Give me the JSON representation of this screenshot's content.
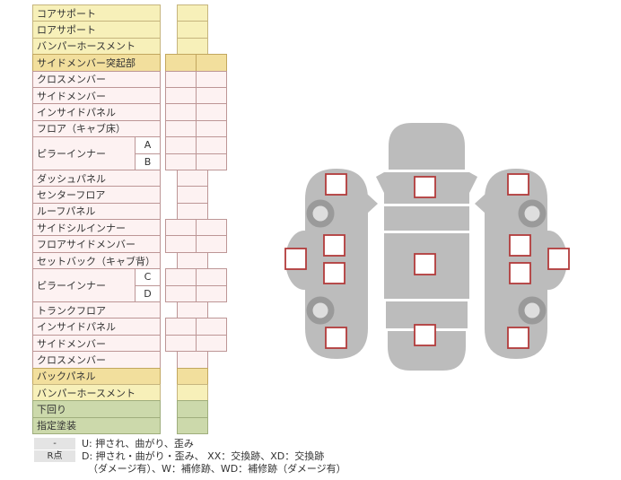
{
  "colors": {
    "yellow_bg": "#f7f0b9",
    "yellow_border": "#c6b57e",
    "amber_bg": "#f2df9d",
    "amber_border": "#c2a75f",
    "pink_bg": "#fdf2f2",
    "pink_border": "#bd9696",
    "green_bg": "#ccd9ab",
    "green_border": "#9fae7d",
    "car_body": "#bcbcbc",
    "checkpoint_border": "#b23b3b",
    "wheel_ring": "#9a9a9a",
    "wheel_hub": "#dedede",
    "legend_key_bg": "#e4e4e4"
  },
  "parts_table": {
    "rows": [
      {
        "label": "コアサポート",
        "type": "yellow",
        "cells": 1
      },
      {
        "label": "ロアサポート",
        "type": "yellow",
        "cells": 1
      },
      {
        "label": "バンパーホースメント",
        "type": "yellow",
        "cells": 1
      },
      {
        "label": "サイドメンバー突起部",
        "type": "amber",
        "cells": 2
      },
      {
        "label": "クロスメンバー",
        "type": "pink",
        "cells": 2
      },
      {
        "label": "サイドメンバー",
        "type": "pink",
        "cells": 2
      },
      {
        "label": "インサイドパネル",
        "type": "pink",
        "cells": 2
      },
      {
        "label": "フロア（キャブ床）",
        "type": "pink",
        "cells": 2
      },
      {
        "label": "ピラーインナー",
        "type": "pink",
        "subrows": [
          {
            "label": "A",
            "cells": 2
          },
          {
            "label": "B",
            "cells": 2
          }
        ]
      },
      {
        "label": "ダッシュパネル",
        "type": "pink",
        "cells": 1
      },
      {
        "label": "センターフロア",
        "type": "pink",
        "cells": 1
      },
      {
        "label": "ルーフパネル",
        "type": "pink",
        "cells": 1
      },
      {
        "label": "サイドシルインナー",
        "type": "pink",
        "cells": 2
      },
      {
        "label": "フロアサイドメンバー",
        "type": "pink",
        "cells": 2
      },
      {
        "label": "セットバック（キャブ背）",
        "type": "pink",
        "cells": 1
      },
      {
        "label": "ピラーインナー",
        "type": "pink",
        "subrows": [
          {
            "label": "C",
            "cells": 2
          },
          {
            "label": "D",
            "cells": 2
          }
        ]
      },
      {
        "label": "トランクフロア",
        "type": "pink",
        "cells": 1
      },
      {
        "label": "インサイドパネル",
        "type": "pink",
        "cells": 2
      },
      {
        "label": "サイドメンバー",
        "type": "pink",
        "cells": 2
      },
      {
        "label": "クロスメンバー",
        "type": "pink",
        "cells": 1
      },
      {
        "label": "バックパネル",
        "type": "amber",
        "cells": 1
      },
      {
        "label": "バンパーホースメント",
        "type": "yellow",
        "cells": 1
      },
      {
        "label": "下回り",
        "type": "green",
        "cells": 1
      },
      {
        "label": "指定塗装",
        "type": "green",
        "cells": 1
      }
    ]
  },
  "legend": {
    "entries": [
      {
        "key": "-",
        "text": "U: 押され、曲がり、歪み"
      },
      {
        "key": "R点",
        "text": "D: 押され・曲がり・歪み、 XX：交換跡、XD：交換跡",
        "text2": "（ダメージ有）、W：補修跡、WD：補修跡（ダメージ有）"
      }
    ]
  },
  "diagram": {
    "views": [
      {
        "name": "left-side-view",
        "checkpoint_count": 5,
        "wheel_count": 2
      },
      {
        "name": "top-view",
        "checkpoint_count": 3,
        "wheel_count": 0
      },
      {
        "name": "right-side-view",
        "checkpoint_count": 5,
        "wheel_count": 2
      }
    ]
  }
}
